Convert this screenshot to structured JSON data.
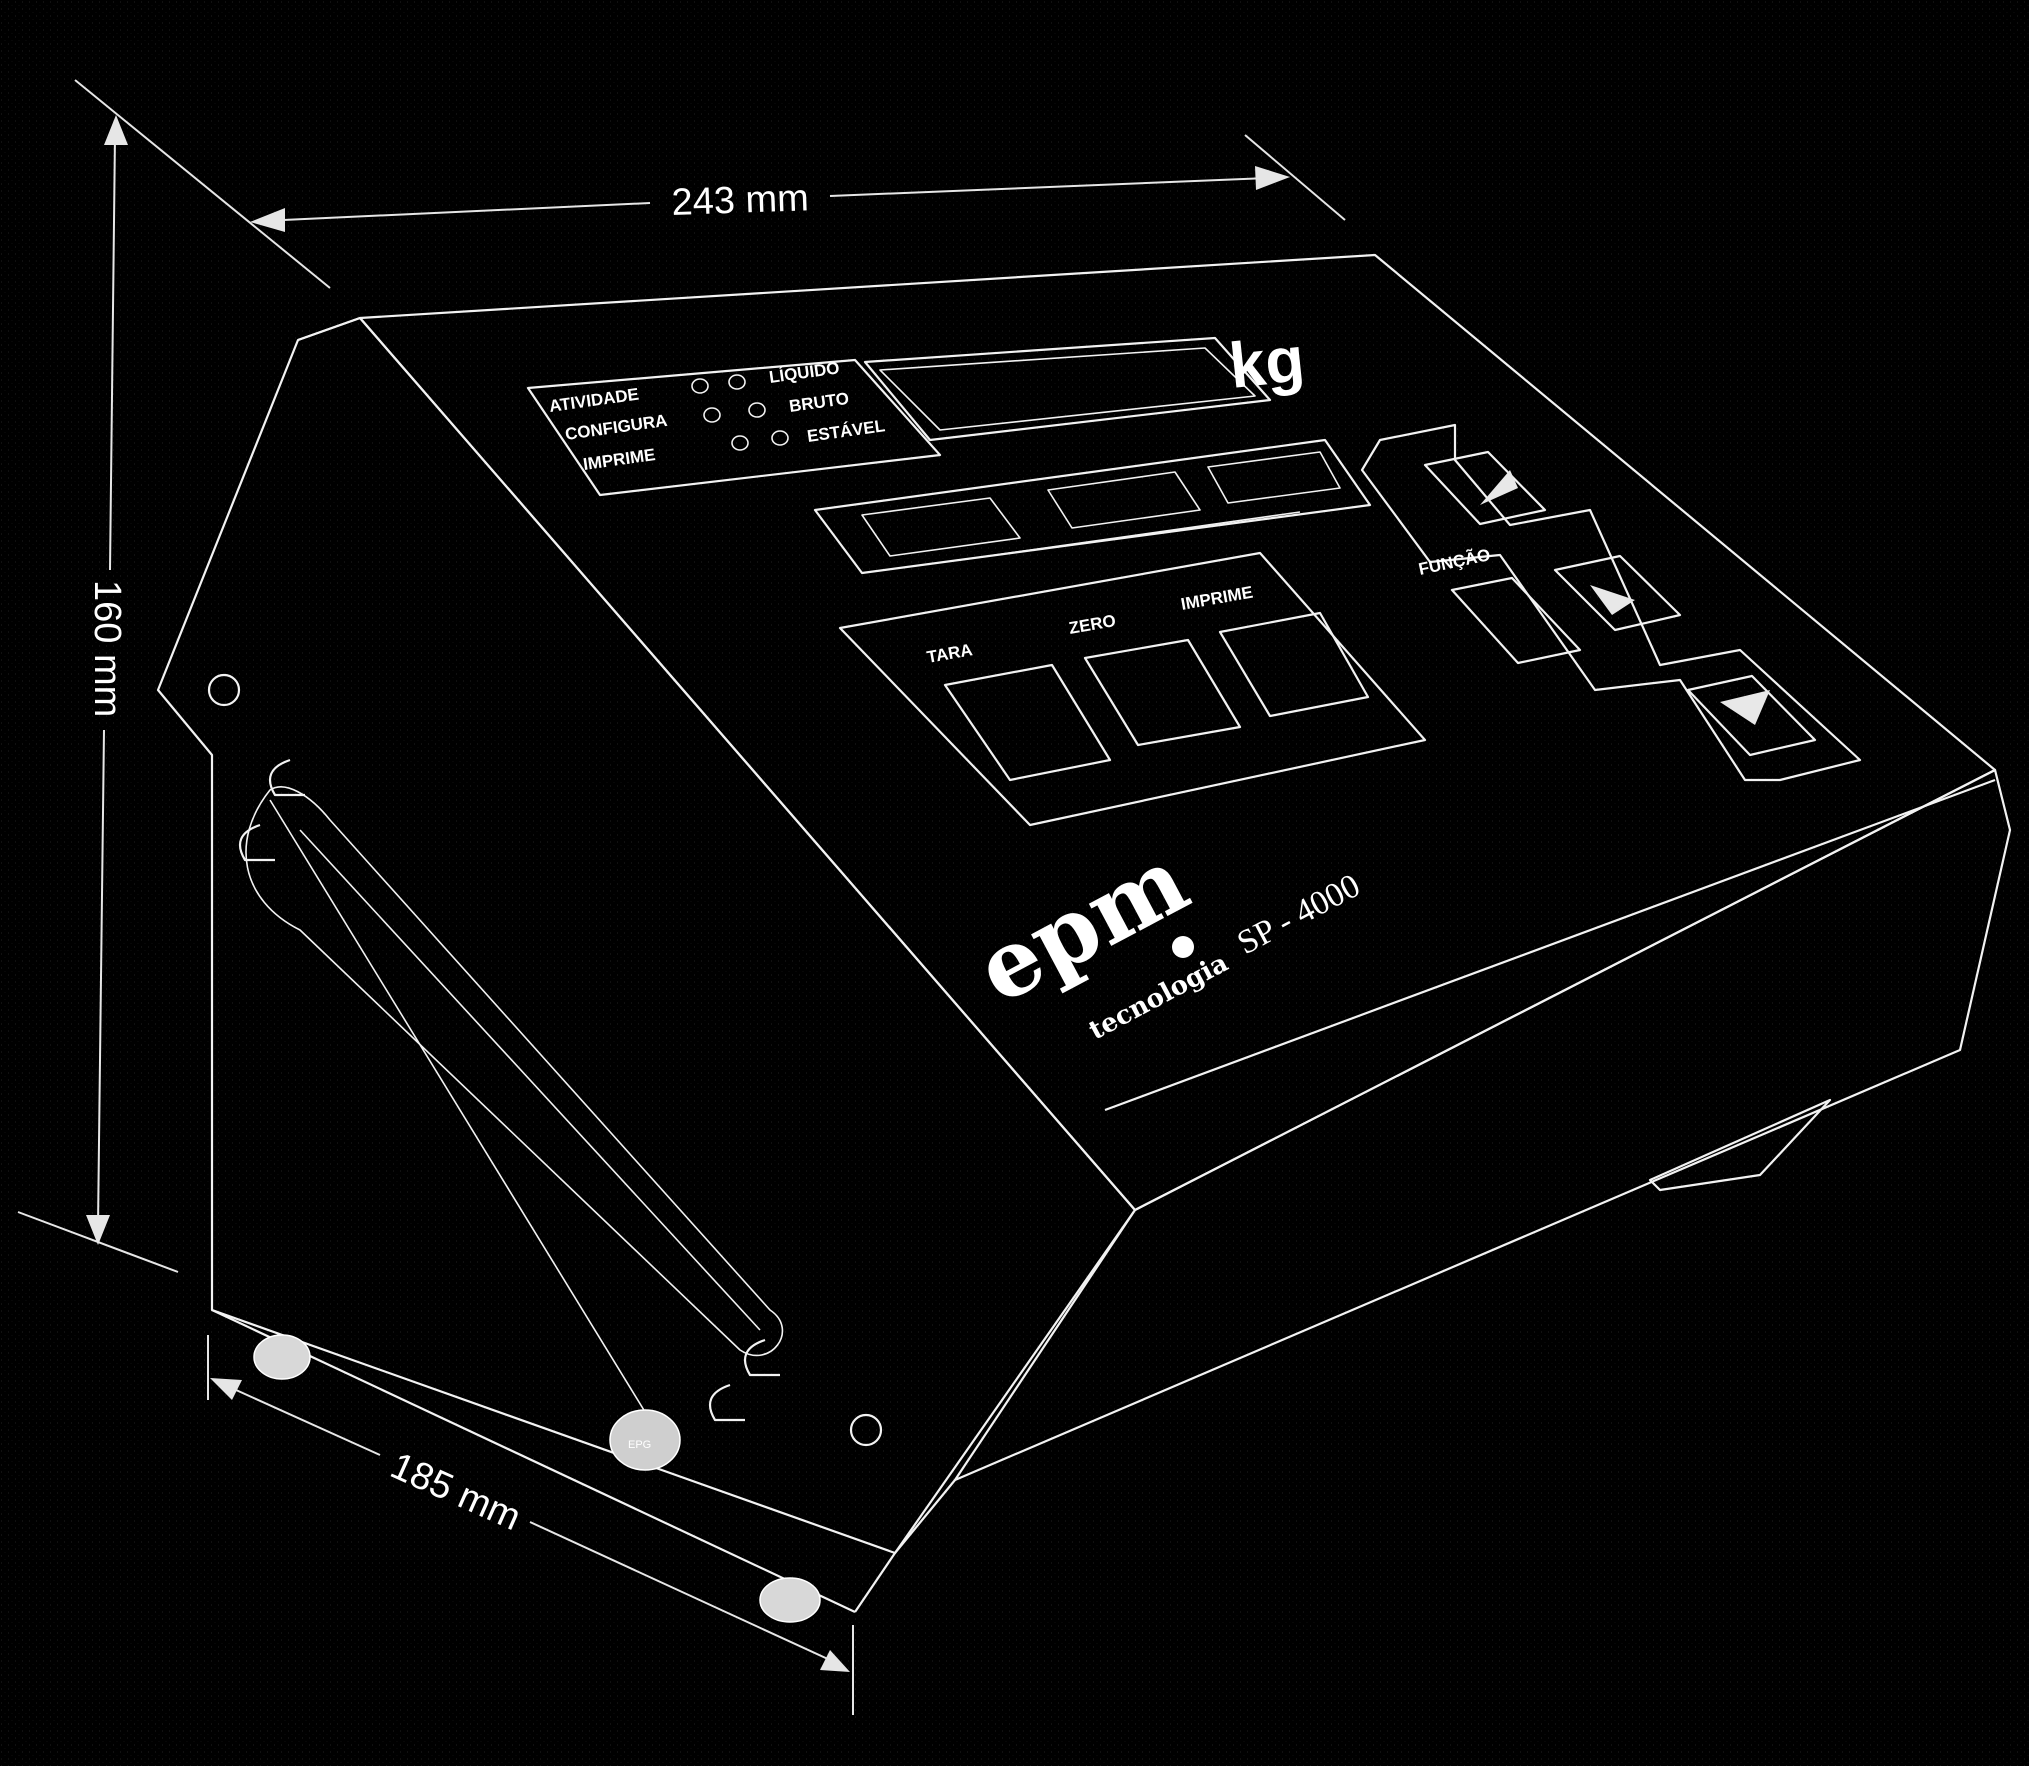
{
  "dimensions": {
    "width_label": "243 mm",
    "height_label": "160 mm",
    "depth_label": "185 mm"
  },
  "status_panel": {
    "left_labels": [
      "ATIVIDADE",
      "CONFIGURA",
      "IMPRIME"
    ],
    "right_labels": [
      "LÍQUIDO",
      "BRUTO",
      "ESTÁVEL"
    ]
  },
  "display": {
    "unit": "kg"
  },
  "keypad": {
    "tara_label": "TARA",
    "zero_label": "ZERO",
    "imprime_label": "IMPRIME",
    "funcao_label": "FUNÇÃO"
  },
  "branding": {
    "logo": "epm",
    "logo_sub": "tecnologia",
    "model": "SP - 4000",
    "seal_text": "EPG"
  },
  "colors": {
    "background": "#000000",
    "line": "#f2f2f2"
  }
}
